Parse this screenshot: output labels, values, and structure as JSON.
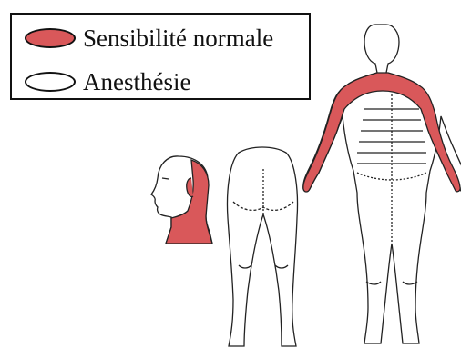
{
  "colors": {
    "normal": "#d9585a",
    "anesthesia": "#ffffff",
    "outline": "#222222"
  },
  "legend": {
    "items": [
      {
        "key": "normal",
        "label": "Sensibilité normale"
      },
      {
        "key": "anesthesia",
        "label": "Anesthésie"
      }
    ]
  }
}
